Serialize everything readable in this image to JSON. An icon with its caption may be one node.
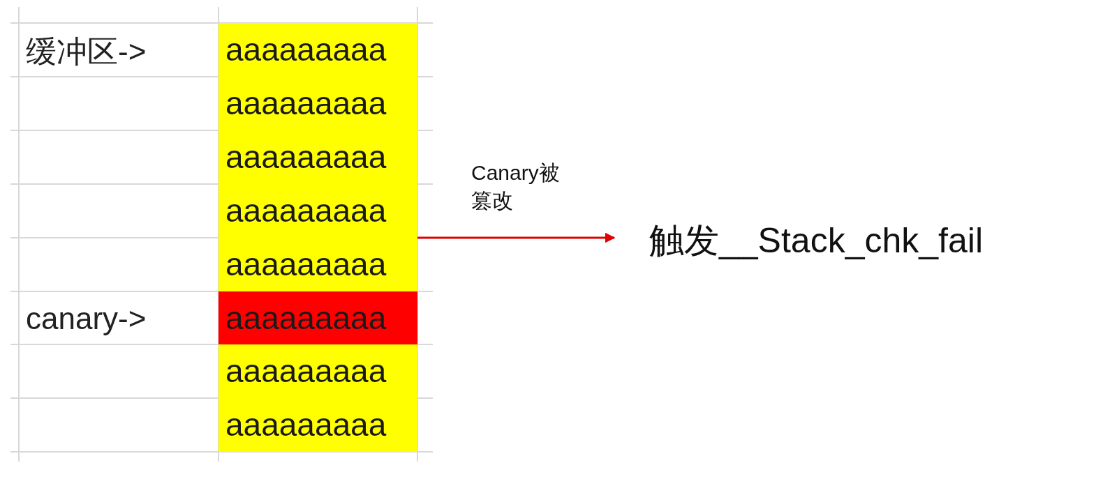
{
  "diagram": {
    "nodes": [
      {
        "text": [],
        "shape": "bar"
      },
      {
        "text": [
          "aaaaaaaaa"
        ],
        "in": 0
      },
      {
        "text": [
          "aaaaaaaaa"
        ],
        "in": 0
      },
      {
        "text": [
          "aaaaaaaaa"
        ],
        "in": 0
      },
      {
        "text": [
          "aaaaaaaaa"
        ],
        "in": 0
      },
      {
        "text": [
          "aaaaaaaaa"
        ],
        "in": 0
      },
      {
        "text": [
          "aaaaaaaaa"
        ],
        "in": 0
      },
      {
        "text": [
          "aaaaaaaaa"
        ],
        "in": 0
      },
      {
        "text": [
          "aaaaaaaaa"
        ],
        "in": 0
      },
      {
        "text": [
          "触发__Stack_chk_fail"
        ]
      }
    ],
    "edges": [
      {
        "from": 0,
        "to": 9,
        "arrow": "to",
        "label": "Canary被篡改",
        "color": "#e00000"
      }
    ],
    "labels": [
      "缓冲区->",
      "canary->"
    ]
  }
}
